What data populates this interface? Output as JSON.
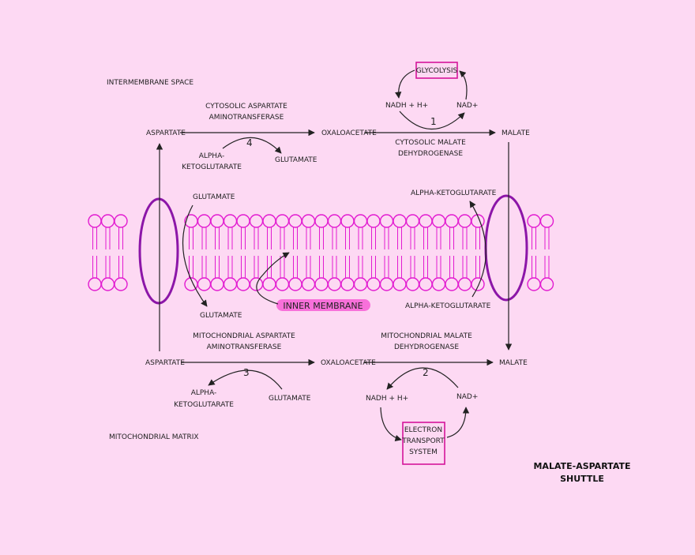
{
  "regions": {
    "intermembrane": "INTERMEMBRANE SPACE",
    "matrix": "MITOCHONDRIAL MATRIX"
  },
  "title": {
    "line1": "MALATE-ASPARTATE",
    "line2": "SHUTTLE"
  },
  "membrane_label": "INNER MEMBRANE",
  "top": {
    "aspartate": "ASPARTATE",
    "oxaloacetate": "OXALOACETATE",
    "malate": "MALATE",
    "enzyme_left_1": "CYTOSOLIC ASPARTATE",
    "enzyme_left_2": "AMINOTRANSFERASE",
    "enzyme_right_1": "CYTOSOLIC MALATE",
    "enzyme_right_2": "DEHYDROGENASE",
    "alpha_1": "ALPHA-",
    "alpha_2": "KETOGLUTARATE",
    "glutamate": "GLUTAMATE",
    "step_4": "4",
    "step_1": "1",
    "glycolysis": "GLYCOLYSIS",
    "nadh": "NADH + H+",
    "nad": "NAD+"
  },
  "membrane": {
    "glutamate_top": "GLUTAMATE",
    "glutamate_bottom": "GLUTAMATE",
    "akg_top": "ALPHA-KETOGLUTARATE",
    "akg_bottom": "ALPHA-KETOGLUTARATE"
  },
  "bottom": {
    "aspartate": "ASPARTATE",
    "oxaloacetate": "OXALOACETATE",
    "malate": "MALATE",
    "enzyme_left_1": "MITOCHONDRIAL ASPARTATE",
    "enzyme_left_2": "AMINOTRANSFERASE",
    "enzyme_right_1": "MITOCHONDRIAL MALATE",
    "enzyme_right_2": "DEHYDROGENASE",
    "alpha_1": "ALPHA-",
    "alpha_2": "KETOGLUTARATE",
    "glutamate": "GLUTAMATE",
    "step_3": "3",
    "step_2": "2",
    "nadh": "NADH + H+",
    "nad": "NAD+",
    "ets_1": "ELECTRON",
    "ets_2": "TRANSPORT",
    "ets_3": "SYSTEM"
  },
  "colors": {
    "background": "#fdd9f3",
    "lipid": "#e21bd0",
    "transporter": "#8c16a8",
    "box": "#d5149b",
    "pill": "#f870da"
  }
}
